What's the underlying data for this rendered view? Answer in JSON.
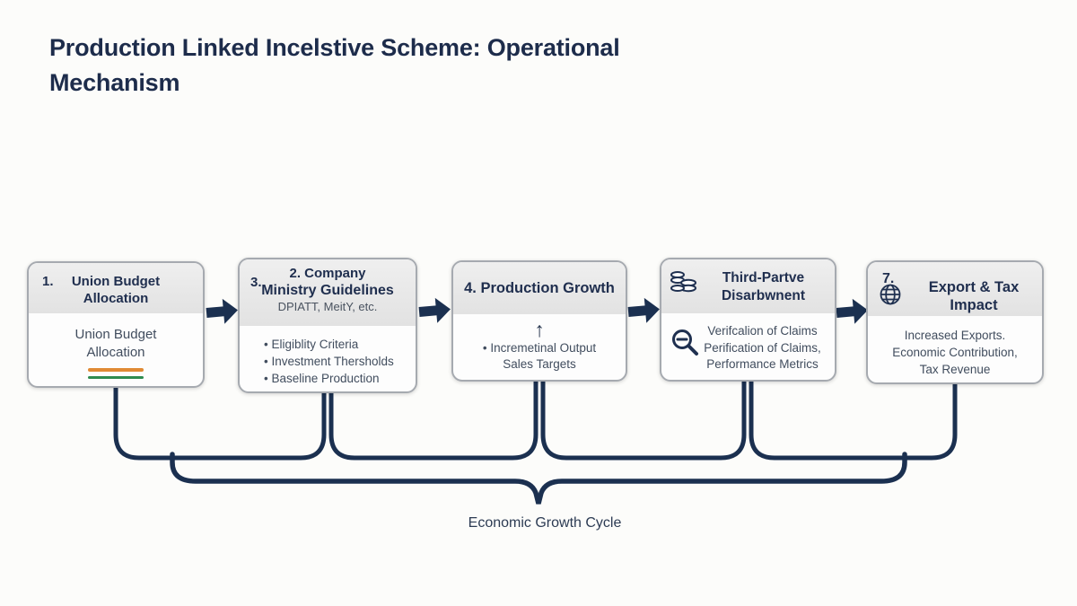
{
  "title": {
    "text": "Production Linked Incelstive Scheme: Operational Mechanism"
  },
  "flow": {
    "boxes": [
      {
        "number": "1.",
        "header": "Union Budget Allocation",
        "body": "Union Budget Allocation"
      },
      {
        "side_number": "3.",
        "header_line1": "2. Company",
        "header_line2": "Ministry Guidelines",
        "subtitle": "DPIATT, MeitY, etc.",
        "bullets": [
          "• Eligiblity Criteria",
          "• Investment Thersholds",
          "• Baseline Production"
        ]
      },
      {
        "header": "4. Production Growth",
        "up_arrow": "↑",
        "bullet": "• Incremetinal Output",
        "bullet_cont": "Sales Targets"
      },
      {
        "header_line1": "Third-Partve",
        "header_line2": "Disarbwnent",
        "lines": [
          "Verifcalion of Claims",
          "Perification of Claims,",
          "Performance Metrics"
        ]
      },
      {
        "number": "7.",
        "header": "Export & Tax Impact",
        "lines": [
          "Increased Exports.",
          "Economic Contribution,",
          "Tax Revenue"
        ]
      }
    ],
    "bottom_label": "Economic Growth Cycle"
  },
  "icons": {
    "arrow_right": "arrow-right-icon",
    "coins": "coins-icon",
    "magnifier_minus": "magnifier-minus-icon",
    "globe": "globe-icon",
    "up_arrow": "up-arrow-icon",
    "flag_lines": "india-flag-lines"
  },
  "colors": {
    "accent_navy": "#1b3050",
    "box_header_gray": "#e7e7e7",
    "flag_orange": "#e08a35",
    "flag_green": "#2e8b4f",
    "title_navy": "#1d2c4b"
  }
}
